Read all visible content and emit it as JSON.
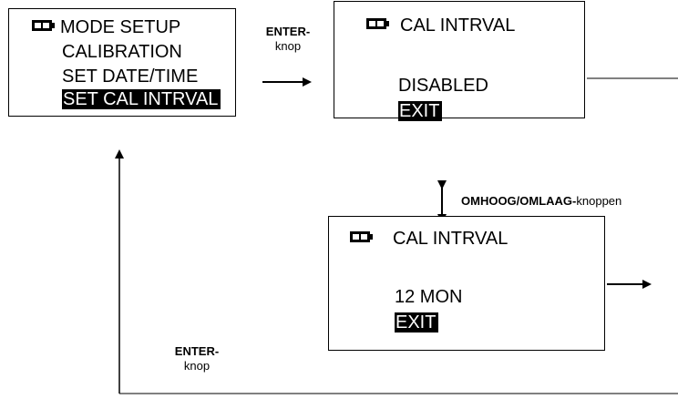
{
  "screen_mode_setup": {
    "battery_icon": "battery-icon",
    "items": [
      "MODE SETUP",
      "CALIBRATION",
      "SET DATE/TIME",
      "SET CAL INTRVAL"
    ]
  },
  "screen_cal_disabled": {
    "battery_icon": "battery-icon",
    "title": "CAL INTRVAL",
    "value": "DISABLED",
    "exit": "EXIT"
  },
  "screen_cal_12": {
    "battery_icon": "battery-icon",
    "title": "CAL INTRVAL",
    "value": "12 MON",
    "exit": "EXIT"
  },
  "labels": {
    "enter_top_bold": "ENTER-",
    "enter_top_normal": "knop",
    "updown_bold": "OMHOOG/OMLAAG-",
    "updown_normal": "knoppen",
    "enter_bottom_bold": "ENTER-",
    "enter_bottom_normal": "knop"
  }
}
